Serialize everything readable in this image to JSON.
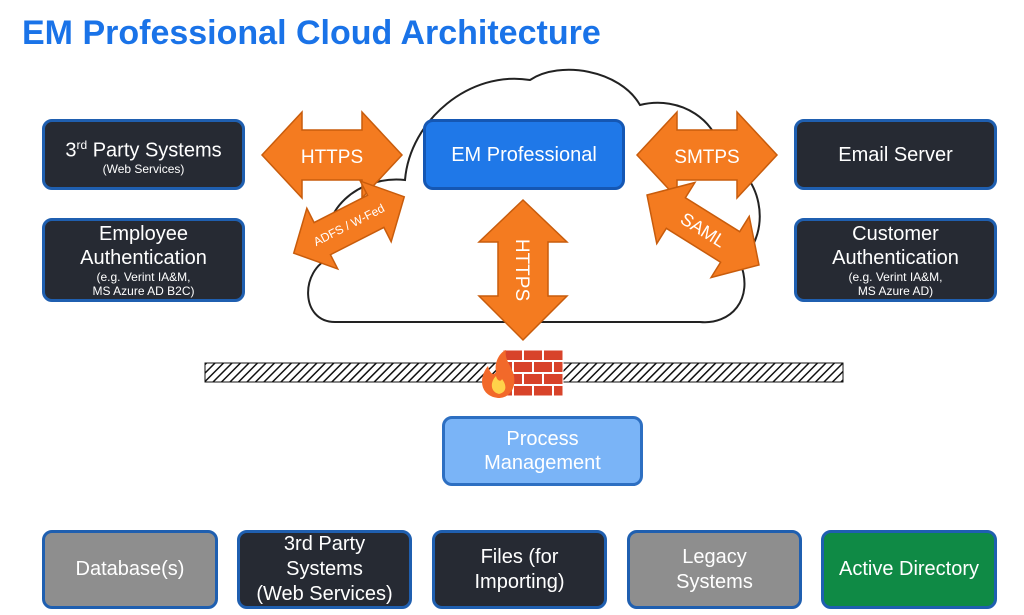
{
  "title": "EM Professional Cloud Architecture",
  "nodes": {
    "third_party_top": {
      "label_prefix": "3",
      "label_sup": "rd",
      "label_suffix": " Party Systems",
      "sub": "(Web Services)"
    },
    "employee_auth": {
      "label_line1": "Employee",
      "label_line2": "Authentication",
      "sub_line1": "(e.g. Verint IA&M,",
      "sub_line2": "MS Azure AD B2C)"
    },
    "em_professional": {
      "label": "EM Professional"
    },
    "email_server": {
      "label": "Email Server"
    },
    "customer_auth": {
      "label_line1": "Customer",
      "label_line2": "Authentication",
      "sub_line1": "(e.g. Verint IA&M,",
      "sub_line2": "MS Azure AD)"
    },
    "process_management": {
      "label_line1": "Process",
      "label_line2": "Management"
    }
  },
  "connections": {
    "https_left": "HTTPS",
    "adfs": "ADFS / W-Fed",
    "https_vertical": "HTTPS",
    "smtps": "SMTPS",
    "saml": "SAML"
  },
  "bottom_row": [
    {
      "line1": "Database(s)",
      "line2": "",
      "line3": ""
    },
    {
      "line1": "3rd Party",
      "line2": "Systems",
      "line3": "(Web Services)"
    },
    {
      "line1": "Files (for",
      "line2": "Importing)",
      "line3": ""
    },
    {
      "line1": "Legacy",
      "line2": "Systems",
      "line3": ""
    },
    {
      "line1": "Active Directory",
      "line2": "",
      "line3": ""
    }
  ],
  "colors": {
    "title": "#1a73e8",
    "arrow": "#f47b20",
    "dark_box": "#262a33",
    "blue_box": "#1f78e8",
    "light_blue_box": "#7ab4f7",
    "grey_box": "#8e8e8e",
    "green_box": "#0f8a45"
  }
}
